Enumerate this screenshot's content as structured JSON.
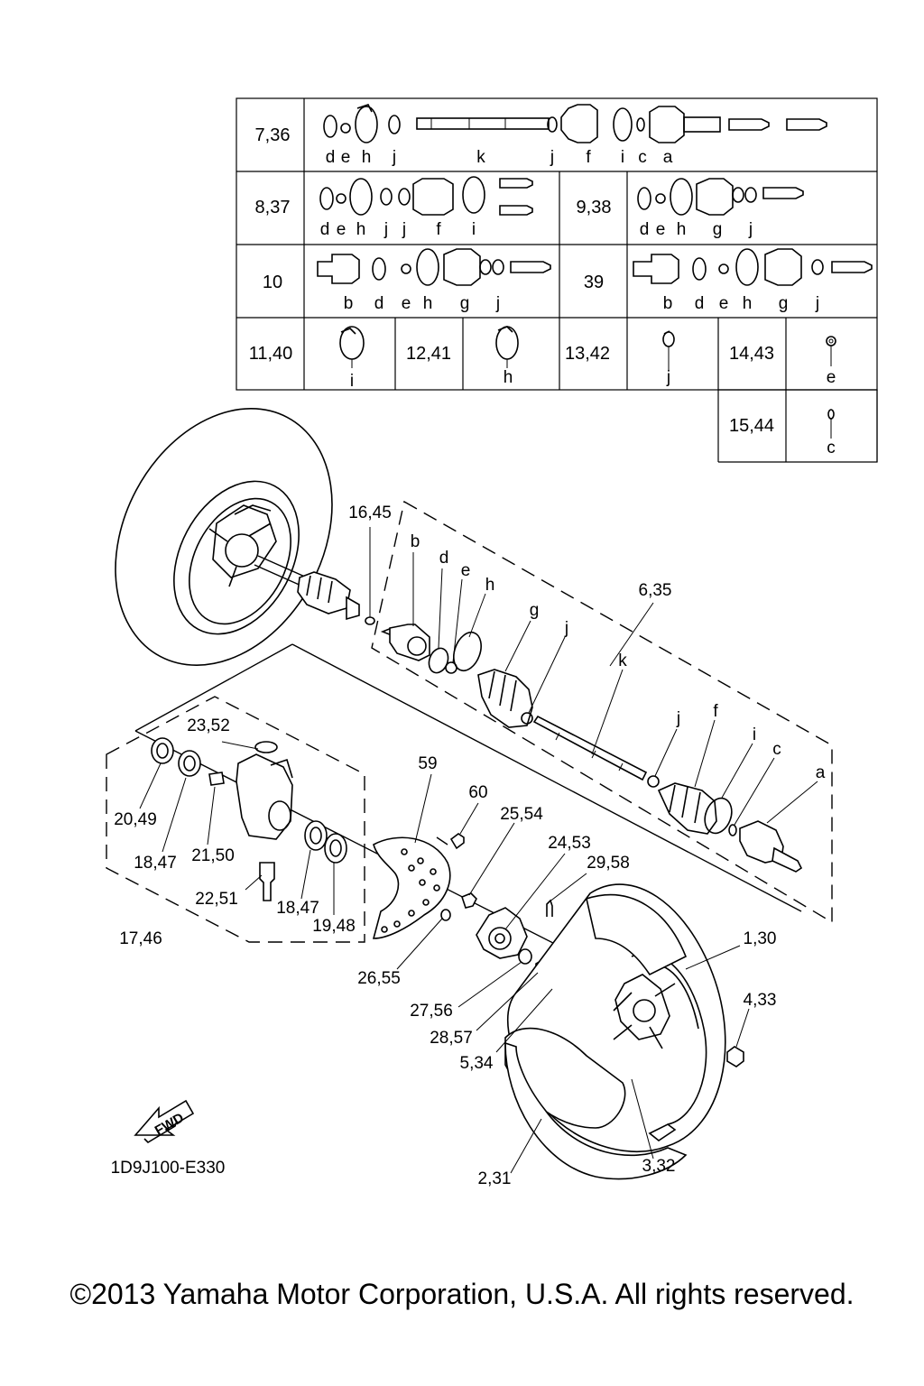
{
  "table": {
    "rows": [
      {
        "key": "r1",
        "cells": [
          {
            "label": "7,36",
            "letters": [
              "d",
              "e",
              "h",
              "j",
              "k",
              "j",
              "f",
              "i",
              "c",
              "a"
            ]
          }
        ]
      },
      {
        "key": "r2",
        "cells": [
          {
            "label": "8,37",
            "letters": [
              "d",
              "e",
              "h",
              "j",
              "j",
              "f",
              "i"
            ]
          },
          {
            "label": "9,38",
            "letters": [
              "d",
              "e",
              "h",
              "g",
              "j"
            ]
          }
        ]
      },
      {
        "key": "r3",
        "cells": [
          {
            "label": "10",
            "letters": [
              "b",
              "d",
              "e",
              "h",
              "g",
              "j"
            ]
          },
          {
            "label": "39",
            "letters": [
              "b",
              "d",
              "e",
              "h",
              "g",
              "j"
            ]
          }
        ]
      },
      {
        "key": "r4",
        "cells": [
          {
            "label": "11,40",
            "letters": [
              "i"
            ]
          },
          {
            "label": "12,41",
            "letters": [
              "h"
            ]
          },
          {
            "label": "13,42",
            "letters": [
              "j"
            ]
          },
          {
            "label": "14,43",
            "letters": [
              "e"
            ]
          }
        ]
      },
      {
        "key": "r5",
        "cells": [
          {
            "label": "15,44",
            "letters": [
              "c"
            ]
          }
        ]
      }
    ]
  },
  "part_labels": [
    "16,45",
    "6,35",
    "23,52",
    "59",
    "60",
    "25,54",
    "24,53",
    "29,58",
    "20,49",
    "18,47",
    "21,50",
    "22,51",
    "18,47",
    "19,48",
    "17,46",
    "26,55",
    "27,56",
    "28,57",
    "5,34",
    "1,30",
    "4,33",
    "2,31",
    "3,32"
  ],
  "shaft_letters": [
    "b",
    "d",
    "e",
    "h",
    "g",
    "j",
    "k",
    "j",
    "f",
    "i",
    "c",
    "a"
  ],
  "diagram_code": "1D9J100-E330",
  "fwd_label": "FWD",
  "copyright": "©2013 Yamaha Motor Corporation, U.S.A. All rights reserved."
}
